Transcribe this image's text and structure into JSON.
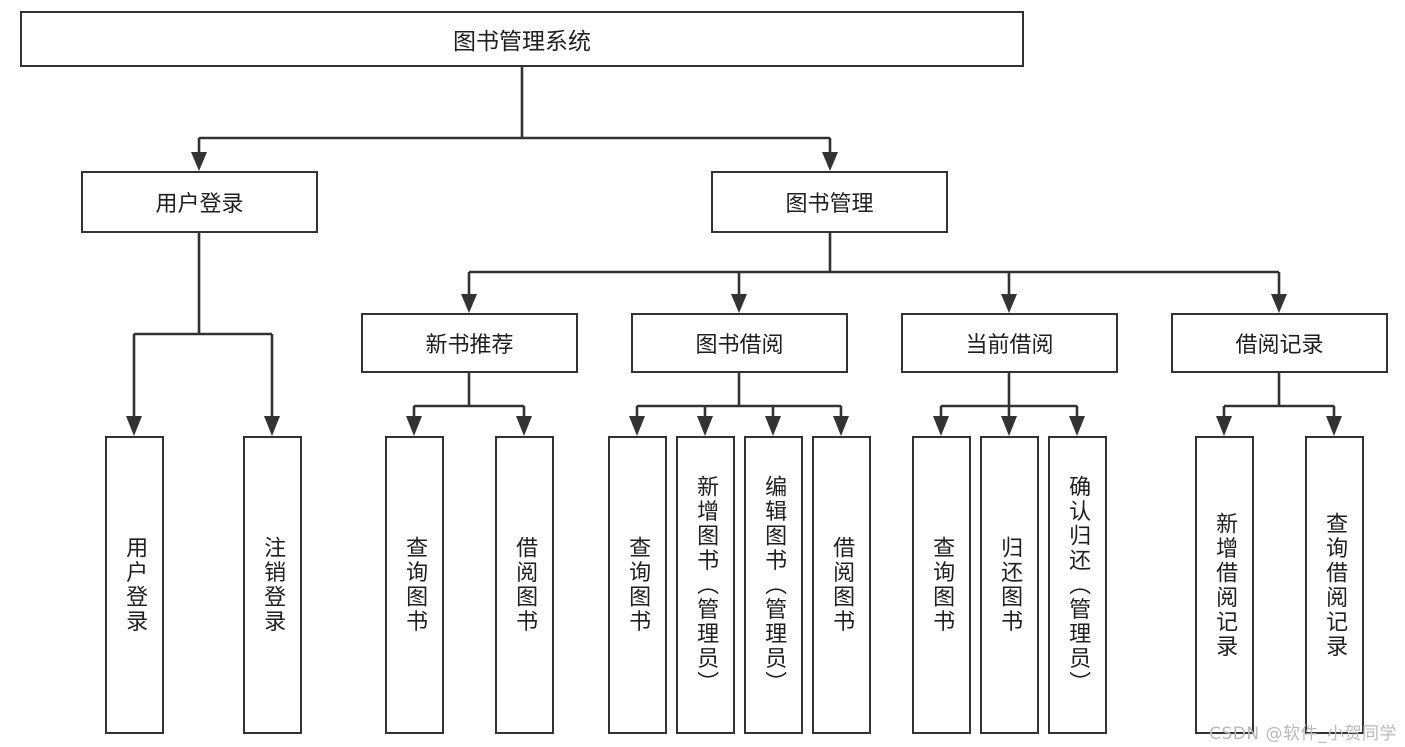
{
  "diagram": {
    "type": "tree",
    "title": "图书管理系统",
    "root": {
      "label": "图书管理系统"
    },
    "tier2": [
      {
        "label": "用户登录"
      },
      {
        "label": "图书管理"
      }
    ],
    "tier3": [
      {
        "label": "新书推荐"
      },
      {
        "label": "图书借阅"
      },
      {
        "label": "当前借阅"
      },
      {
        "label": "借阅记录"
      }
    ],
    "leaves": {
      "user_login": [
        {
          "label": "用户登录"
        },
        {
          "label": "注销登录"
        }
      ],
      "new_book_recommend": [
        {
          "label": "查询图书"
        },
        {
          "label": "借阅图书"
        }
      ],
      "book_borrow": [
        {
          "label": "查询图书"
        },
        {
          "label": "新增图书（管理员）"
        },
        {
          "label": "编辑图书（管理员）"
        },
        {
          "label": "借阅图书"
        }
      ],
      "current_borrow": [
        {
          "label": "查询图书"
        },
        {
          "label": "归还图书"
        },
        {
          "label": "确认归还（管理员）"
        }
      ],
      "borrow_record": [
        {
          "label": "新增借阅记录"
        },
        {
          "label": "查询借阅记录"
        }
      ]
    }
  },
  "watermark": {
    "text": "CSDN @软件_小贺同学"
  },
  "colors": {
    "stroke": "#333333",
    "background": "#ffffff",
    "text": "#1f1f1f",
    "watermark": "#b9b9b9"
  }
}
